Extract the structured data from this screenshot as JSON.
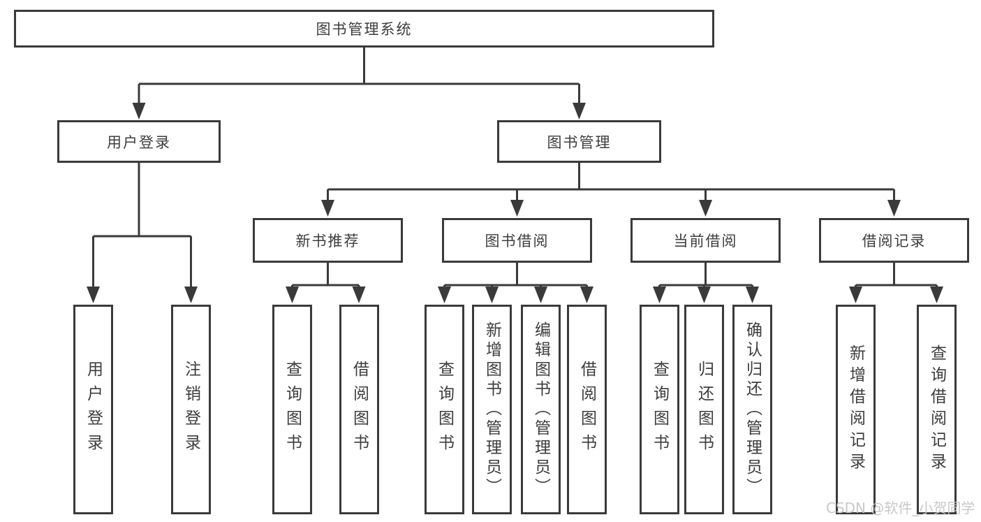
{
  "colors": {
    "line": "#3a3a3a",
    "text": "#3d3d3d",
    "watermark": "#c6c6c6",
    "background": "#ffffff"
  },
  "tree": {
    "label": "图书管理系统",
    "children": [
      {
        "label": "用户登录",
        "children": [
          {
            "label": "用户登录"
          },
          {
            "label": "注销登录"
          }
        ]
      },
      {
        "label": "图书管理",
        "children": [
          {
            "label": "新书推荐",
            "children": [
              {
                "label": "查询图书"
              },
              {
                "label": "借阅图书"
              }
            ]
          },
          {
            "label": "图书借阅",
            "children": [
              {
                "label": "查询图书"
              },
              {
                "label": "新增图书（管理员）"
              },
              {
                "label": "编辑图书（管理员）"
              },
              {
                "label": "借阅图书"
              }
            ]
          },
          {
            "label": "当前借阅",
            "children": [
              {
                "label": "查询图书"
              },
              {
                "label": "归还图书"
              },
              {
                "label": "确认归还（管理员）"
              }
            ]
          },
          {
            "label": "借阅记录",
            "children": [
              {
                "label": "新增借阅记录"
              },
              {
                "label": "查询借阅记录"
              }
            ]
          }
        ]
      }
    ]
  },
  "watermark": {
    "text": "CSDN @软件_小贺同学"
  }
}
